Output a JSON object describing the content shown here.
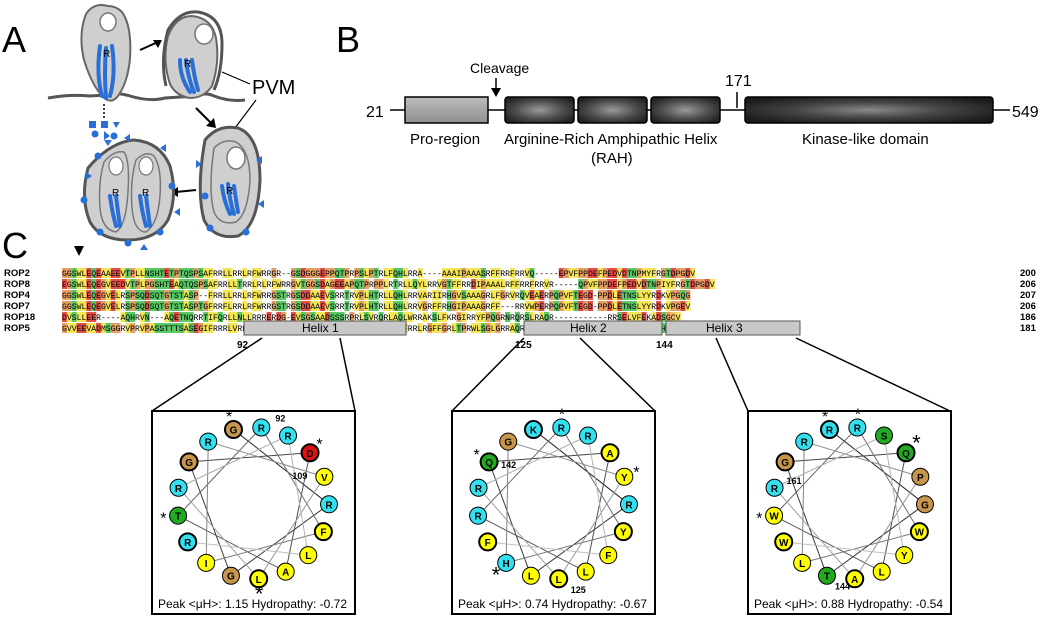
{
  "panel_labels": [
    "A",
    "B",
    "C"
  ],
  "panelA": {
    "parasite_label": "R",
    "pvm_label": "PVM"
  },
  "panelB": {
    "start": "21",
    "end": "549",
    "cleavage": "Cleavage",
    "marker": "171",
    "regions": {
      "pro": "Pro-region",
      "rah": "Arginine-Rich Amphipathic Helix",
      "rah_abbrev": "(RAH)",
      "kinase": "Kinase-like domain"
    }
  },
  "panelC": {
    "alignment": [
      {
        "name": "ROP2",
        "seq": "GGSWLEQEAAEEVTPLLNSHTETPTQSPSAFRRLLRRLRFWRRGR--GSDGGGEPPQTPRPSLPTRLFQHLRRA----AAAIPAAASRFFRRFRRVQ-----EPVFPPDEFPEDVDTNPMYFRGTDPGDV",
        "end": "200"
      },
      {
        "name": "ROP8",
        "seq": "EGSWLEQEGVEEDVTPLPGSHTEAQTQSPSAFRRLLTRRLRLRFWRRGVTGGSDAGEEAPQTPRPPLRTRLLQYLRRVGTFFRRDIPAAALRFFRRFRRVR-----QPVFPPDEFPEDVDTNPIYFRGTDPGDV",
        "end": "206"
      },
      {
        "name": "ROP4",
        "seq": "GGSWLEQEGVELRSPSQDSQTGTSTASP--FRRLLRRLRFWRRGSTRGSDDAAEVSRRTRVPLHTRLLQHLRRVARIIRHGVSAAAGRLFGRVRQVEAERPQPVFTEGD-PPDLETNSLYYRDKVPGQG",
        "end": "207"
      },
      {
        "name": "ROP7",
        "seq": "GGSWLEQEGVELRSPSQDSQTGTSTASPTGFRRFLRRLRFWRRGSTRGSDDAAEVSRRTRVPLHTRLLQHLRRVGRFFRHGIPAAAGRFF---RRVWPERPQPVFTEGD-PPDLETNSLYYRDKVPGEV",
        "end": "206"
      },
      {
        "name": "ROP18",
        "seq": "DVSLLEER----AQHRVN---AQETNQRRTIFQRLLNLLRRRERDG-EVSGSAADSSSRPRLSVRQRLAQLWRRAKSLFKRGIRRYFPQGRNRQRSLRAQR-----------RRSELVFEKADSGCV",
        "end": "186"
      },
      {
        "name": "ROP5",
        "seq": "GVVEEVADMSGGRVPRVPASSTTTSASEGIFRRRLVRRLRRG-RGTADGAGVADETHQGRPPLRKRLAQHFRRLRGFFGRLTPRWLSGLGRRAQRWWRGRQRPLL--------------DPSFHGLEAGDS",
        "end": "181"
      }
    ],
    "helix_bars": [
      "Helix 1",
      "Helix 2",
      "Helix 3"
    ],
    "bar_numbers": [
      "92",
      "125",
      "144"
    ],
    "wheels": [
      {
        "residues": [
          "G",
          "R",
          "R",
          "D",
          "V",
          "R",
          "F",
          "L",
          "A",
          "L",
          "G",
          "I",
          "R",
          "T",
          "R",
          "G",
          "R"
        ],
        "numbers": [
          "92",
          "109"
        ],
        "stats": "Peak <μH>: 1.15  Hydropathy: -0.72"
      },
      {
        "residues": [
          "K",
          "R",
          "R",
          "A",
          "Y",
          "R",
          "Y",
          "F",
          "L",
          "L",
          "L",
          "H",
          "F",
          "R",
          "R",
          "Q",
          "G"
        ],
        "numbers": [
          "142",
          "125"
        ],
        "stats": "Peak <μH>: 0.74  Hydropathy: -0.67"
      },
      {
        "residues": [
          "R",
          "R",
          "S",
          "Q",
          "P",
          "G",
          "W",
          "Y",
          "L",
          "A",
          "T",
          "L",
          "W",
          "W",
          "R",
          "G",
          "R"
        ],
        "numbers": [
          "161",
          "144"
        ],
        "stats": "Peak <μH>: 0.88  Hydropathy: -0.54"
      }
    ]
  },
  "colors": {
    "cyan": "#33e0f0",
    "yellow": "#ffff00",
    "brown": "#c8964b",
    "green": "#22aa22",
    "red": "#dd1111",
    "darkred": "#8b1a1a",
    "pvm": "#555555",
    "rhoptry": "#2a6fd6"
  }
}
